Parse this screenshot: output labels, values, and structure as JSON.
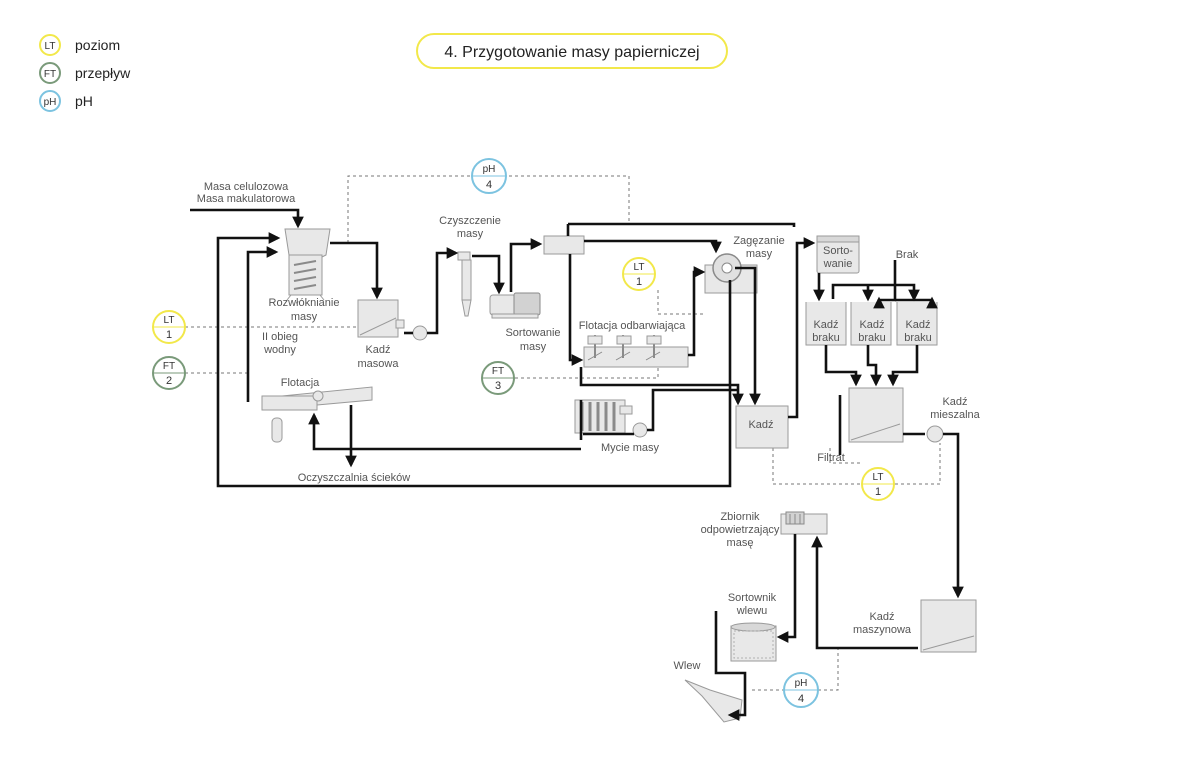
{
  "title": "4. Przygotowanie masy papierniczej",
  "colors": {
    "title_border": "#f2e84a",
    "level": "#f2e84a",
    "flow": "#7a9a7a",
    "ph": "#7cc3e0",
    "equipment": "#e8e8e8",
    "line": "#111111"
  },
  "legend": [
    {
      "tag": "LT",
      "label": "poziom"
    },
    {
      "tag": "FT",
      "label": "przepływ"
    },
    {
      "tag": "pH",
      "label": "pH"
    }
  ],
  "instruments": {
    "ph4_top": {
      "tag": "pH",
      "num": "4"
    },
    "lt1_left": {
      "tag": "LT",
      "num": "1"
    },
    "ft2_left": {
      "tag": "FT",
      "num": "2"
    },
    "ft3": {
      "tag": "FT",
      "num": "3"
    },
    "lt1_mid": {
      "tag": "LT",
      "num": "1"
    },
    "lt1_right": {
      "tag": "LT",
      "num": "1"
    },
    "ph4_bottom": {
      "tag": "pH",
      "num": "4"
    }
  },
  "labels": {
    "masa_celulozowa": "Masa celulozowa",
    "masa_makulatorowa": "Masa makulatorowa",
    "rozwlokn_1": "Rozwłóknianie",
    "rozwlokn_2": "masy",
    "kadz_masowa_1": "Kadź",
    "kadz_masowa_2": "masowa",
    "ii_obieg_1": "II obieg",
    "ii_obieg_2": "wodny",
    "flotacja": "Flotacja",
    "oczyszczalnia": "Oczyszczalnia ścieków",
    "czyszczenie_1": "Czyszczenie",
    "czyszczenie_2": "masy",
    "sortowanie_1": "Sortowanie",
    "sortowanie_2": "masy",
    "flotacja_odb": "Flotacja odbarwiająca",
    "mycie": "Mycie masy",
    "zageszczanie_1": "Zagęzanie",
    "zageszczanie_2": "masy",
    "sortowanie_box_1": "Sorto-",
    "sortowanie_box_2": "wanie",
    "brak": "Brak",
    "kadz_braku_a_1": "Kadź",
    "kadz_braku_a_2": "braku",
    "kadz_braku_b_1": "Kadź",
    "kadz_braku_b_2": "braku",
    "kadz_braku_c_1": "Kadź",
    "kadz_braku_c_2": "braku",
    "kadz": "Kadź",
    "filtrat": "Filtrat",
    "kadz_mieszalna_1": "Kadź",
    "kadz_mieszalna_2": "mieszalna",
    "zbiornik_1": "Zbiornik",
    "zbiornik_2": "odpowietrzający",
    "zbiornik_3": "masę",
    "sortownik_1": "Sortownik",
    "sortownik_2": "wlewu",
    "wlew": "Wlew",
    "kadz_maszynowa_1": "Kadź",
    "kadz_maszynowa_2": "maszynowa"
  }
}
